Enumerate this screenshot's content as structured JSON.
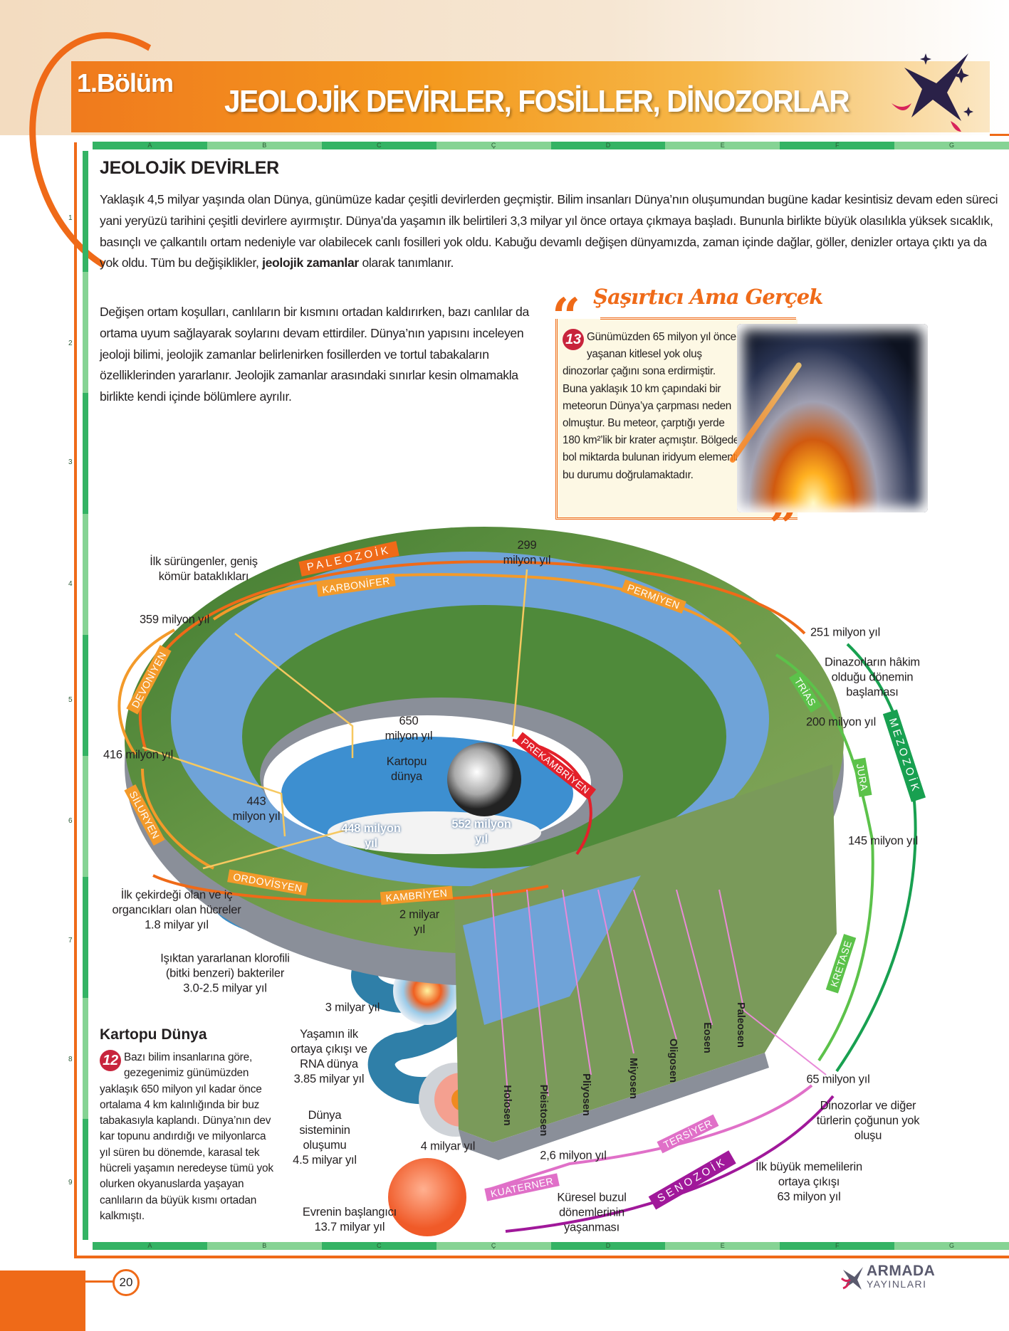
{
  "header": {
    "chapter": "1.Bölüm",
    "title": "JEOLOJİK DEVİRLER, FOSİLLER, DİNOZORLAR"
  },
  "grid": {
    "columns": [
      "A",
      "B",
      "C",
      "Ç",
      "D",
      "E",
      "F",
      "G"
    ],
    "rows": [
      "1",
      "2",
      "3",
      "4",
      "5",
      "6",
      "7",
      "8",
      "9"
    ]
  },
  "section": {
    "heading": "JEOLOJİK DEVİRLER",
    "p1_text": "Yaklaşık 4,5 milyar yaşında olan Dünya, günümüze kadar çeşitli devirlerden geçmiştir. Bilim insanları Dünya’nın oluşumundan bugüne kadar kesintisiz devam eden süreci yani yeryüzü tarihini çeşitli devirlere ayırmıştır.  Dünya’da yaşamın ilk belirtileri 3,3 milyar yıl önce ortaya çıkmaya başladı. Bununla birlikte büyük olasılıkla yüksek sıcaklık, basınçlı ve çalkantılı ortam nedeniyle var olabilecek canlı fosilleri yok oldu. Kabuğu devamlı değişen dünyamızda, zaman içinde dağlar, göller, denizler ortaya çıktı ya da yok oldu. Tüm bu değişiklikler, ",
    "p1_bold": "jeolojik zamanlar",
    "p1_tail": " olarak tanımlanır.",
    "p2": "Değişen ortam koşulları, canlıların bir kısmını ortadan kaldırırken, bazı canlılar da ortama uyum sağlayarak soylarını devam ettirdiler.  Dünya’nın yapısını inceleyen jeoloji bilimi, jeolojik zamanlar belirlenirken fosillerden ve tortul tabakaların özelliklerinden yararlanır. Jeolojik zamanlar arasındaki sınırlar kesin olmamakla birlikte kendi içinde bölümlere ayrılır."
  },
  "callout": {
    "title": "Şaşırtıcı Ama Gerçek",
    "number": "13",
    "text": "Günümüzden 65 milyon yıl önce yaşanan kitlesel yok oluş dinozorlar çağını sona erdirmiştir. Buna yaklaşık 10 km çapındaki bir meteorun Dünya’ya çarpması neden olmuştur. Bu meteor, çarptığı yerde 180 km²’lik bir krater açmıştır. Bölgede bol miktarda bulunan iridyum elementi bu durumu doğrulamaktadır."
  },
  "diagram": {
    "labels": [
      "İlk sürüngenler, geniş\nkömür bataklıkları",
      "299\nmilyon yıl",
      "251 milyon yıl",
      "Dinazorların hâkim\nolduğu dönemin\nbaşlaması",
      "200  milyon yıl",
      "145 milyon yıl",
      "65 milyon yıl",
      "Dinozorlar ve diğer\ntürlerin çoğunun yok\noluşu",
      "İlk büyük memelilerin\nortaya çıkışı\n63 milyon yıl",
      "2,6 milyon yıl",
      "Küresel buzul\ndönemlerinin\nyaşanması",
      "Evrenin başlangıcı\n13.7 milyar yıl",
      "4 milyar yıl",
      "Dünya\nsisteminin\noluşumu\n4.5 milyar yıl",
      "Yaşamın ilk\nortaya çıkışı ve\nRNA dünya\n3.85 milyar yıl",
      "3 milyar yıl",
      "Işıktan yararlanan klorofili\n(bitki benzeri) bakteriler\n3.0-2.5 milyar yıl",
      "İlk çekirdeği olan ve iç\norgancıkları olan hücreler\n1.8 milyar yıl",
      "2 milyar\nyıl",
      "416 milyon yıl",
      "359 milyon yıl",
      "443\nmilyon yıl",
      "650\nmilyon yıl",
      "Kartopu\ndünya",
      "448 milyon\nyıl",
      "552 milyon\nyıl"
    ],
    "periods": [
      {
        "name": "PALEOZOİK",
        "color": "#ef6a18"
      },
      {
        "name": "KARBONİFER",
        "color": "#f39a2a"
      },
      {
        "name": "PERMİYEN",
        "color": "#f39a2a"
      },
      {
        "name": "DEVONİYEN",
        "color": "#f39a2a"
      },
      {
        "name": "SİLURYEN",
        "color": "#f39a2a"
      },
      {
        "name": "ORDOVİSYEN",
        "color": "#f39a2a"
      },
      {
        "name": "KAMBRİYEN",
        "color": "#f39a2a"
      },
      {
        "name": "PREKAMBRİYEN",
        "color": "#e3202a"
      },
      {
        "name": "TRİAS",
        "color": "#5cc24a"
      },
      {
        "name": "MEZOZOİK",
        "color": "#18a050"
      },
      {
        "name": "JURA",
        "color": "#5cc24a"
      },
      {
        "name": "KRETASE",
        "color": "#5cc24a"
      },
      {
        "name": "TERSİYER",
        "color": "#e070c8"
      },
      {
        "name": "SENOZOİK",
        "color": "#a0189a"
      },
      {
        "name": "KUATERNER",
        "color": "#e070c8"
      }
    ],
    "epochs": [
      "Holosen",
      "Pleistosen",
      "Pliyosen",
      "Miyosen",
      "Oligosen",
      "Eosen",
      "Paleosen"
    ]
  },
  "snowball": {
    "title": "Kartopu Dünya",
    "number": "12",
    "text": "Bazı bilim insanlarına göre, gezegenimiz günümüzden yaklaşık 650 milyon yıl kadar önce ortalama 4 km kalınlığında bir buz tabakasıyla kaplandı. Dünya’nın dev kar topunu andırdığı ve milyonlarca yıl süren bu dönemde, karasal tek hücreli yaşamın neredeyse tümü yok olurken okyanuslarda yaşayan canlıların da büyük kısmı ortadan kalkmıştı."
  },
  "footer": {
    "page_number": "20",
    "publisher": "ARMADA",
    "publisher_sub": "YAYINLARI"
  }
}
